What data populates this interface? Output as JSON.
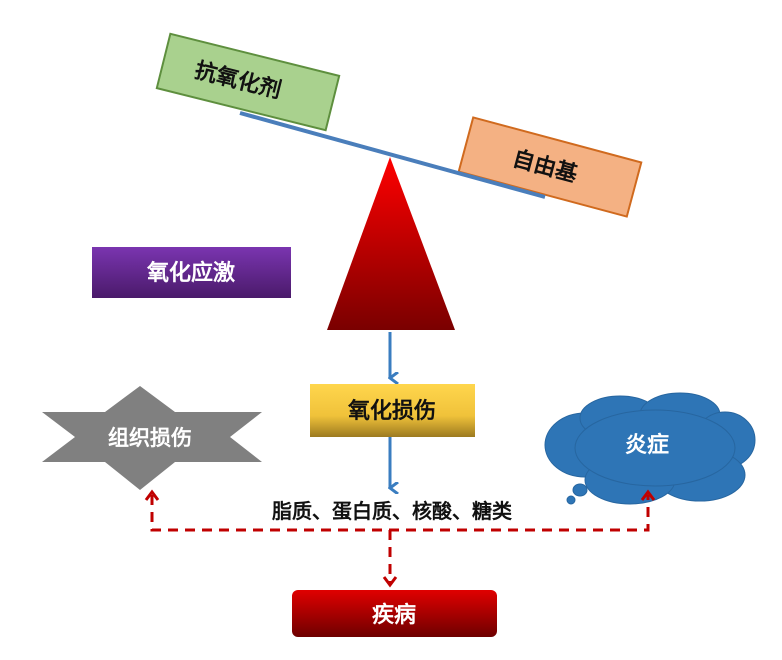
{
  "nodes": {
    "antioxidant": "抗氧化剂",
    "free_radical": "自由基",
    "oxidative_stress": "氧化应激",
    "oxidative_damage": "氧化损伤",
    "tissue_damage": "组织损伤",
    "inflammation": "炎症",
    "molecules": "脂质、蛋白质、核酸、糖类",
    "disease": "疾病"
  },
  "colors": {
    "green": "#a9d18e",
    "orange": "#f4b183",
    "purple": "#7030a0",
    "yellow": "#ffd24a",
    "gray": "#808080",
    "blue": "#2e75b6",
    "red": "#c00000",
    "beam": "#4a7ebb"
  }
}
